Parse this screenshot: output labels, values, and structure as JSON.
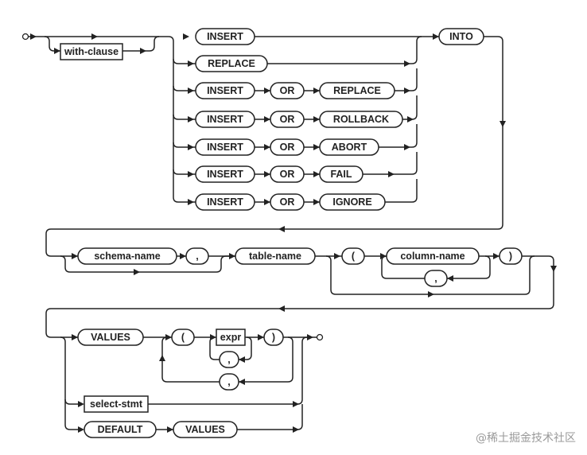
{
  "terminals": {
    "insert": "INSERT",
    "replace": "REPLACE",
    "or": "OR",
    "rollback": "ROLLBACK",
    "abort": "ABORT",
    "fail": "FAIL",
    "ignore": "IGNORE",
    "into": "INTO",
    "values": "VALUES",
    "default": "DEFAULT",
    "comma": ",",
    "lparen": "(",
    "rparen": ")"
  },
  "nonterminals": {
    "with_clause": "with-clause",
    "schema_name": "schema-name",
    "table_name": "table-name",
    "column_name": "column-name",
    "expr": "expr",
    "select_stmt": "select-stmt"
  },
  "watermark": "@稀土掘金技术社区"
}
